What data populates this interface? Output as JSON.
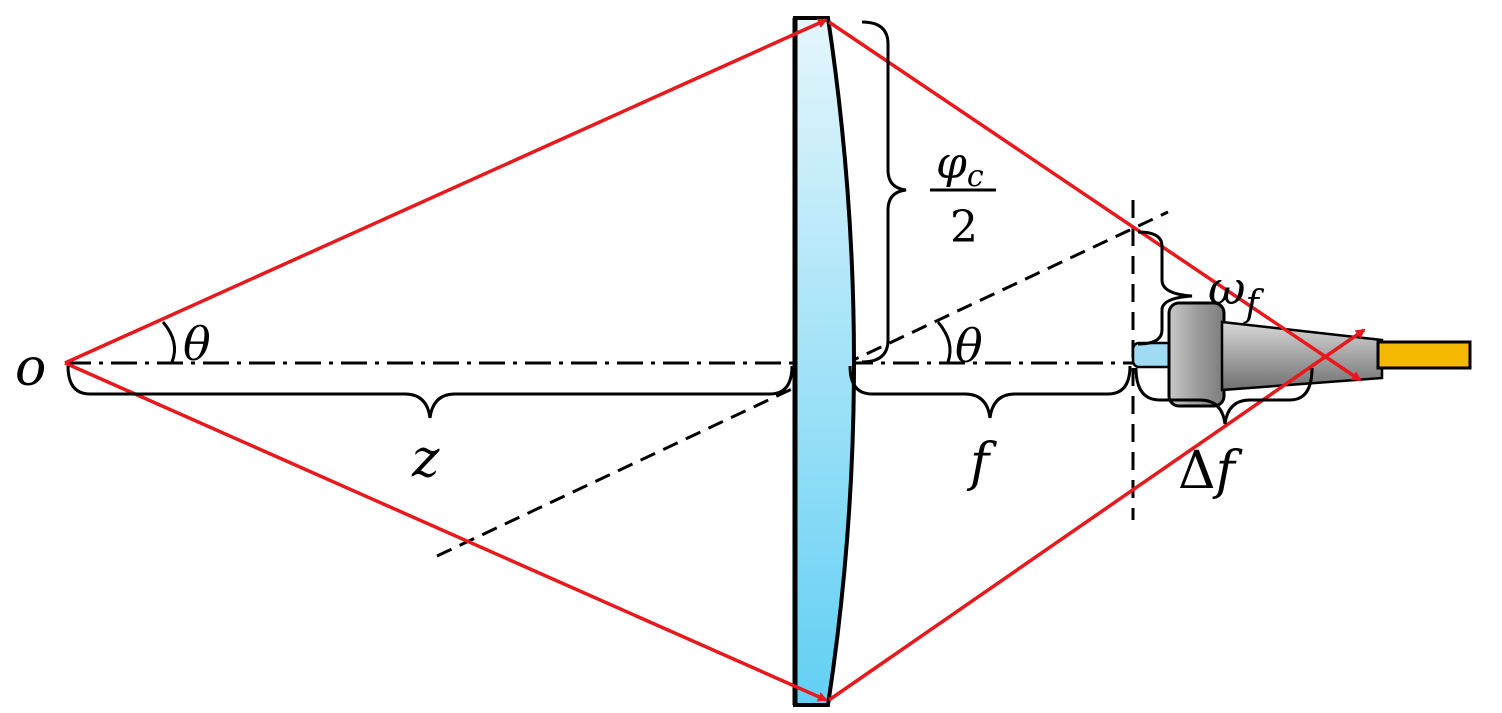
{
  "labels": {
    "origin": "o",
    "theta_left": "θ",
    "theta_right": "θ",
    "phi_c": "φ",
    "phi_c_sub": "c",
    "two": "2",
    "omega": "ω",
    "omega_sub": "f",
    "z": "z",
    "f": "f",
    "delta": "Δ",
    "delta_f": "f"
  },
  "colors": {
    "ray": "#e8191d",
    "lens_light": "#d6f1fb",
    "lens_dark": "#6ed3f5",
    "fiber": "#f5b800",
    "housing": "#9a9a9a",
    "line": "#000000"
  }
}
